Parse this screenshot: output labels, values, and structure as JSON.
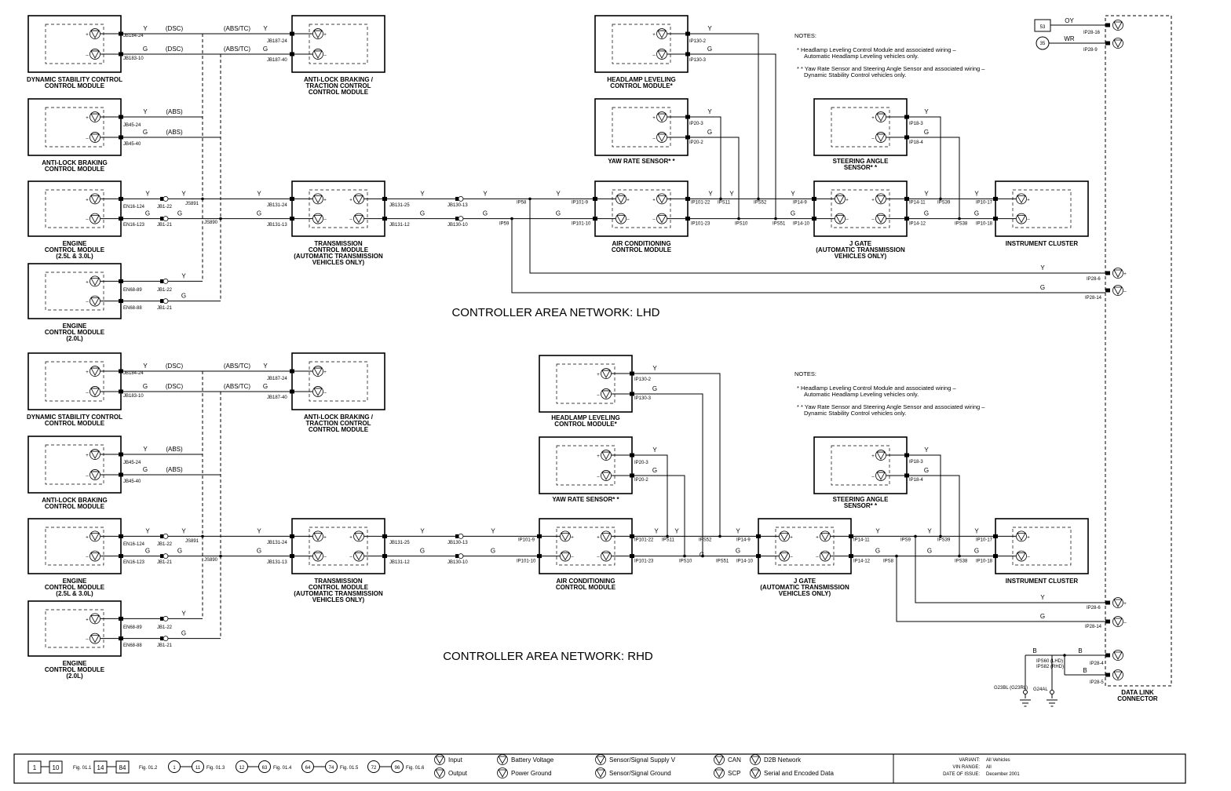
{
  "titles": {
    "lhd": "CONTROLLER AREA NETWORK: LHD",
    "rhd": "CONTROLLER AREA NETWORK: RHD"
  },
  "notes": {
    "heading": "NOTES:",
    "n1a": "*   Headlamp Leveling Control Module and associated wiring –",
    "n1b": "Automatic Headlamp Leveling vehicles only.",
    "n2a": "* * Yaw Rate Sensor and Steering Angle Sensor and associated wiring –",
    "n2b": "Dynamic Stability Control vehicles only."
  },
  "wire": {
    "y": "Y",
    "g": "G",
    "dsc": "(DSC)",
    "abstc": "(ABS/TC)",
    "abs": "(ABS)",
    "oy": "OY",
    "wr": "WR",
    "b": "B"
  },
  "lhd": {
    "dsc": [
      "DYNAMIC STABILITY CONTROL",
      "CONTROL MODULE"
    ],
    "abstc": [
      "ANTI-LOCK BRAKING /",
      "TRACTION CONTROL",
      "CONTROL MODULE"
    ],
    "abs": [
      "ANTI-LOCK BRAKING",
      "CONTROL MODULE"
    ],
    "ecm1": [
      "ENGINE",
      "CONTROL MODULE",
      "(2.5L & 3.0L)"
    ],
    "ecm2": [
      "ENGINE",
      "CONTROL MODULE",
      "(2.0L)"
    ],
    "tcm": [
      "TRANSMISSION",
      "CONTROL MODULE",
      "(AUTOMATIC TRANSMISSION",
      "VEHICLES ONLY)"
    ],
    "hlm": [
      "HEADLAMP LEVELING",
      "CONTROL MODULE*"
    ],
    "yaw": [
      "YAW RATE SENSOR* *"
    ],
    "ac": [
      "AIR CONDITIONING",
      "CONTROL MODULE"
    ],
    "sas": [
      "STEERING ANGLE",
      "SENSOR* *"
    ],
    "jgate": [
      "J GATE",
      "(AUTOMATIC TRANSMISSION",
      "VEHICLES ONLY)"
    ],
    "ic": [
      "INSTRUMENT CLUSTER"
    ],
    "pins": {
      "dsc": [
        "JB184-24",
        "JB183-10"
      ],
      "abstc": [
        "JB187-24",
        "JB187-40"
      ],
      "abs": [
        "JB45-24",
        "JB45-40"
      ],
      "ecm1": [
        "EN16-124",
        "EN16-123"
      ],
      "ecm1b": [
        "JB1-22",
        "JB1-21"
      ],
      "ecm2": [
        "EN68-89",
        "EN68-88"
      ],
      "ecm2b": [
        "JB1-22",
        "JB1-21"
      ],
      "splice": [
        "JS891",
        "JS890"
      ],
      "tcm_l": [
        "JB131-24",
        "JB131-13"
      ],
      "tcm_r": [
        "JB131-25",
        "JB131-12"
      ],
      "jb130": [
        "JB130-13",
        "JB130-10"
      ],
      "ip": [
        "IP58",
        "IP59"
      ],
      "ac_l": [
        "IP101-9",
        "IP101-10"
      ],
      "ac_r": [
        "IP101-22",
        "IP101-23"
      ],
      "hlm": [
        "IP130-2",
        "IP130-3"
      ],
      "yaw": [
        "IP20-3",
        "IP20-2"
      ],
      "ips": [
        "IPS11",
        "IPS10",
        "IPS52",
        "IPS51"
      ],
      "jg_l": [
        "IP14-9",
        "IP14-10"
      ],
      "jg_r": [
        "IP14-11",
        "IP14-12"
      ],
      "sas": [
        "IP18-3",
        "IP18-4"
      ],
      "ips2": [
        "IPS39",
        "IPS38"
      ],
      "ic": [
        "IP10-17",
        "IP10-18"
      ],
      "dlc": [
        "IP28-6",
        "IP28-14"
      ],
      "top": [
        "IP28-16",
        "IP28-9"
      ]
    }
  },
  "rhd": {
    "dsc": [
      "DYNAMIC STABILITY CONTROL",
      "CONTROL MODULE"
    ],
    "abstc": [
      "ANTI-LOCK BRAKING /",
      "TRACTION CONTROL",
      "CONTROL MODULE"
    ],
    "abs": [
      "ANTI-LOCK BRAKING",
      "CONTROL MODULE"
    ],
    "ecm1": [
      "ENGINE",
      "CONTROL MODULE",
      "(2.5L & 3.0L)"
    ],
    "ecm2": [
      "ENGINE",
      "CONTROL MODULE",
      "(2.0L)"
    ],
    "tcm": [
      "TRANSMISSION",
      "CONTROL MODULE",
      "(AUTOMATIC TRANSMISSION",
      "VEHICLES ONLY)"
    ],
    "hlm": [
      "HEADLAMP LEVELING",
      "CONTROL MODULE*"
    ],
    "yaw": [
      "YAW RATE SENSOR* *"
    ],
    "ac": [
      "AIR CONDITIONING",
      "CONTROL MODULE"
    ],
    "sas": [
      "STEERING ANGLE",
      "SENSOR* *"
    ],
    "jgate": [
      "J GATE",
      "(AUTOMATIC TRANSMISSION",
      "VEHICLES ONLY)"
    ],
    "ic": [
      "INSTRUMENT CLUSTER"
    ],
    "dlc": [
      "DATA LINK",
      "CONNECTOR"
    ],
    "pins": {
      "ips": [
        "IPS11",
        "IPS10",
        "IPS52",
        "IPS51"
      ],
      "ip2": [
        "IPS9",
        "IPS8"
      ],
      "ips2": [
        "IPS39",
        "IPS38"
      ],
      "jg_l": [
        "IP14-9",
        "IP14-10"
      ],
      "jg_r": [
        "IP14-11",
        "IP14-12"
      ],
      "ic": [
        "IP10-17",
        "IP10-18"
      ],
      "dlc": [
        "IP28-6",
        "IP28-14"
      ],
      "gnd": [
        "IP28-4",
        "IP28-5"
      ],
      "gs": [
        "IPS60 (LHD)",
        "IPS82 (RHD)"
      ],
      "gl": [
        "G23BL (G23RL)",
        "G24AL"
      ]
    }
  },
  "legend": {
    "boxes": [
      "1",
      "10",
      "14",
      "84"
    ],
    "figs": [
      "Fig. 01.1",
      "Fig. 01.2",
      "Fig. 01.3",
      "Fig. 01.4",
      "Fig. 01.5",
      "Fig. 01.6"
    ],
    "items": [
      "Input",
      "Output",
      "Battery Voltage",
      "Power Ground",
      "Sensor/Signal Supply V",
      "Sensor/Signal Ground",
      "CAN",
      "SCP",
      "D2B Network",
      "Serial and Encoded Data"
    ],
    "info_labels": [
      "VARIANT:",
      "VIN RANGE:",
      "DATE OF ISSUE:"
    ],
    "info_values": [
      "All Vehicles",
      "All",
      "December 2001"
    ]
  }
}
